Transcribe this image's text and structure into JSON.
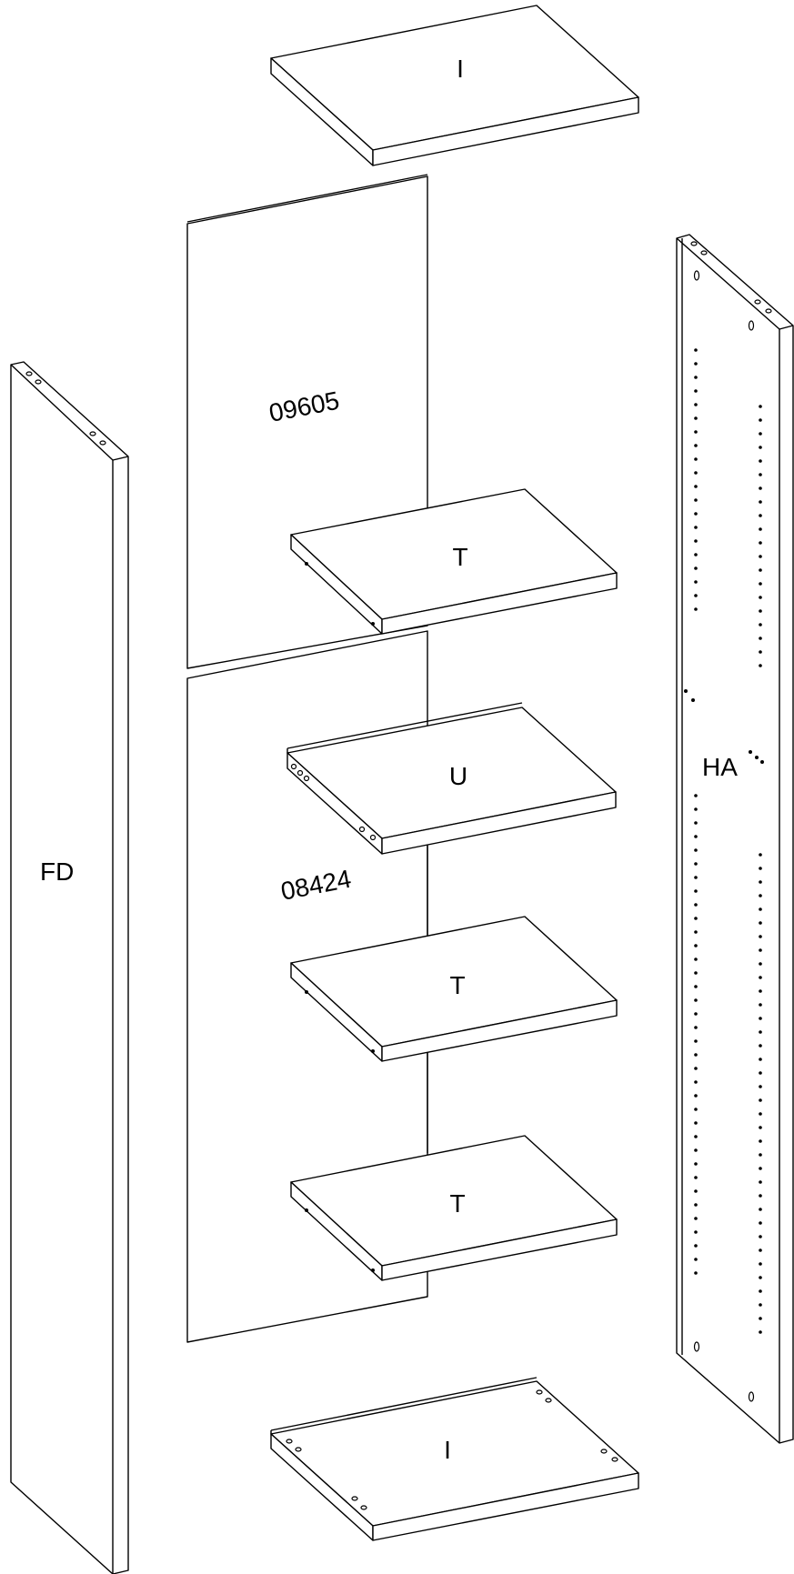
{
  "labels": {
    "top_panel": "I",
    "bottom_panel": "I",
    "upper_back_panel": "09605",
    "lower_back_panel": "08424",
    "shelf_1": "T",
    "shelf_fixed": "U",
    "shelf_2": "T",
    "shelf_3": "T",
    "left_side_panel": "FD",
    "right_side_panel": "HA"
  },
  "colors": {
    "line": "#000000",
    "fill": "#ffffff"
  }
}
